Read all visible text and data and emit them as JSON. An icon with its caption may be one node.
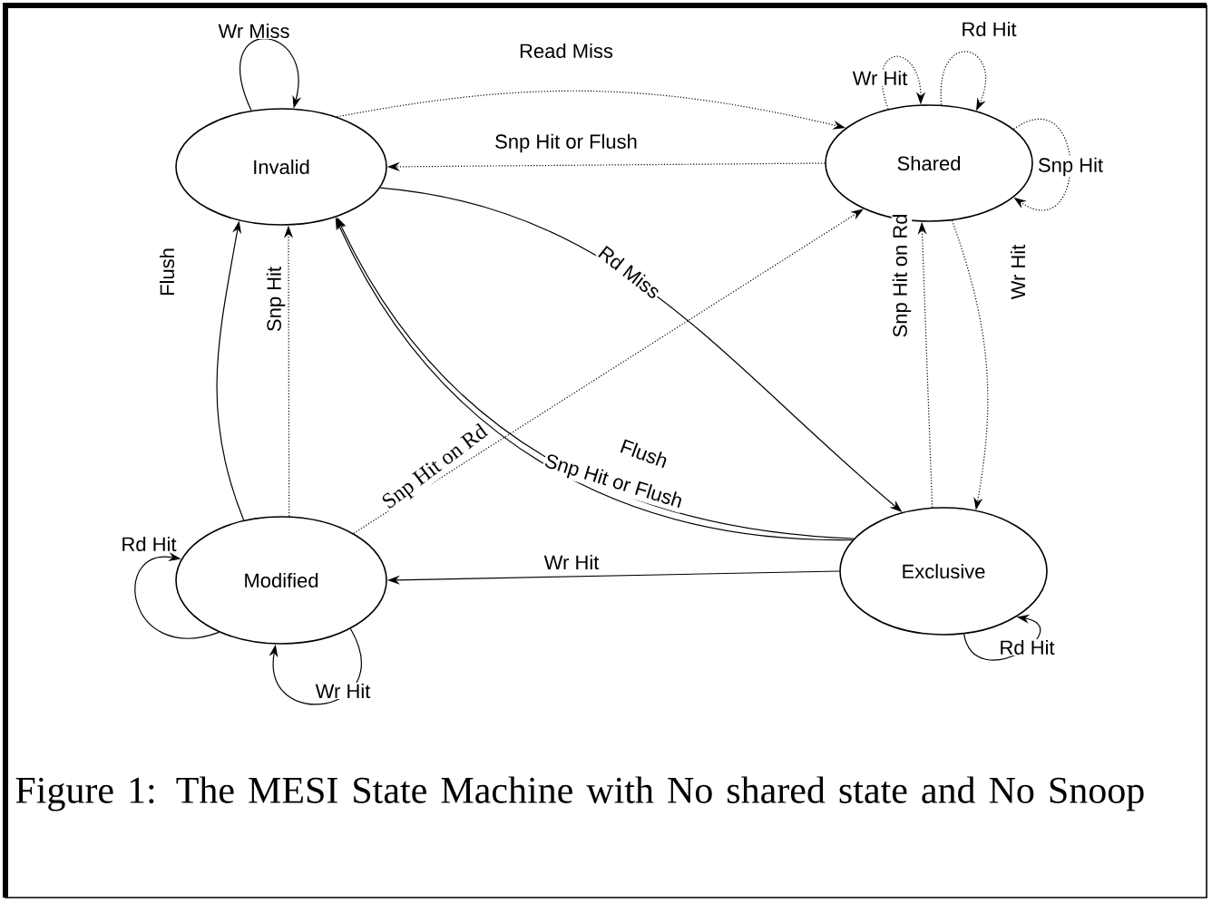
{
  "diagram": {
    "caption": "Figure 1: The MESI State Machine with No shared state and No Snoop",
    "nodes": [
      {
        "text": [
          "Invalid"
        ]
      },
      {
        "text": [
          "Shared"
        ]
      },
      {
        "text": [
          "Modified"
        ]
      },
      {
        "text": [
          "Exclusive"
        ]
      }
    ],
    "edges": [
      {
        "from": 0,
        "to": 0,
        "arrow": "to",
        "label": "Wr Miss"
      },
      {
        "from": 0,
        "to": 1,
        "arrow": "to",
        "label": "Read Miss",
        "style": "dashed"
      },
      {
        "from": 1,
        "to": 0,
        "arrow": "to",
        "label": "Snp Hit or Flush",
        "style": "dashed"
      },
      {
        "from": 0,
        "to": 3,
        "arrow": "to",
        "label": "Rd Miss"
      },
      {
        "from": 3,
        "to": 0,
        "arrow": "to",
        "label": "Flush"
      },
      {
        "from": 3,
        "to": 0,
        "arrow": "to",
        "label": "Snp Hit or Flush"
      },
      {
        "from": 2,
        "to": 0,
        "arrow": "to",
        "label": "Flush"
      },
      {
        "from": 2,
        "to": 0,
        "arrow": "to",
        "label": "Snp Hit",
        "style": "dashed"
      },
      {
        "from": 2,
        "to": 1,
        "arrow": "to",
        "label": "Snp Hit on Rd",
        "style": "dashed"
      },
      {
        "from": 3,
        "to": 1,
        "arrow": "to",
        "label": "Snp Hit on Rd",
        "style": "dashed"
      },
      {
        "from": 1,
        "to": 3,
        "arrow": "to",
        "label": "Wr Hit",
        "style": "dashed"
      },
      {
        "from": 3,
        "to": 2,
        "arrow": "to",
        "label": "Wr Hit"
      },
      {
        "from": 2,
        "to": 2,
        "arrow": "to",
        "label": "Rd Hit"
      },
      {
        "from": 2,
        "to": 2,
        "arrow": "to",
        "label": "Wr Hit"
      },
      {
        "from": 3,
        "to": 3,
        "arrow": "to",
        "label": "Rd Hit"
      },
      {
        "from": 1,
        "to": 1,
        "arrow": "to",
        "label": "Wr Hit",
        "style": "dashed"
      },
      {
        "from": 1,
        "to": 1,
        "arrow": "to",
        "label": "Rd Hit",
        "style": "dashed"
      },
      {
        "from": 1,
        "to": 1,
        "arrow": "to",
        "label": "Snp Hit",
        "style": "dashed"
      }
    ]
  }
}
